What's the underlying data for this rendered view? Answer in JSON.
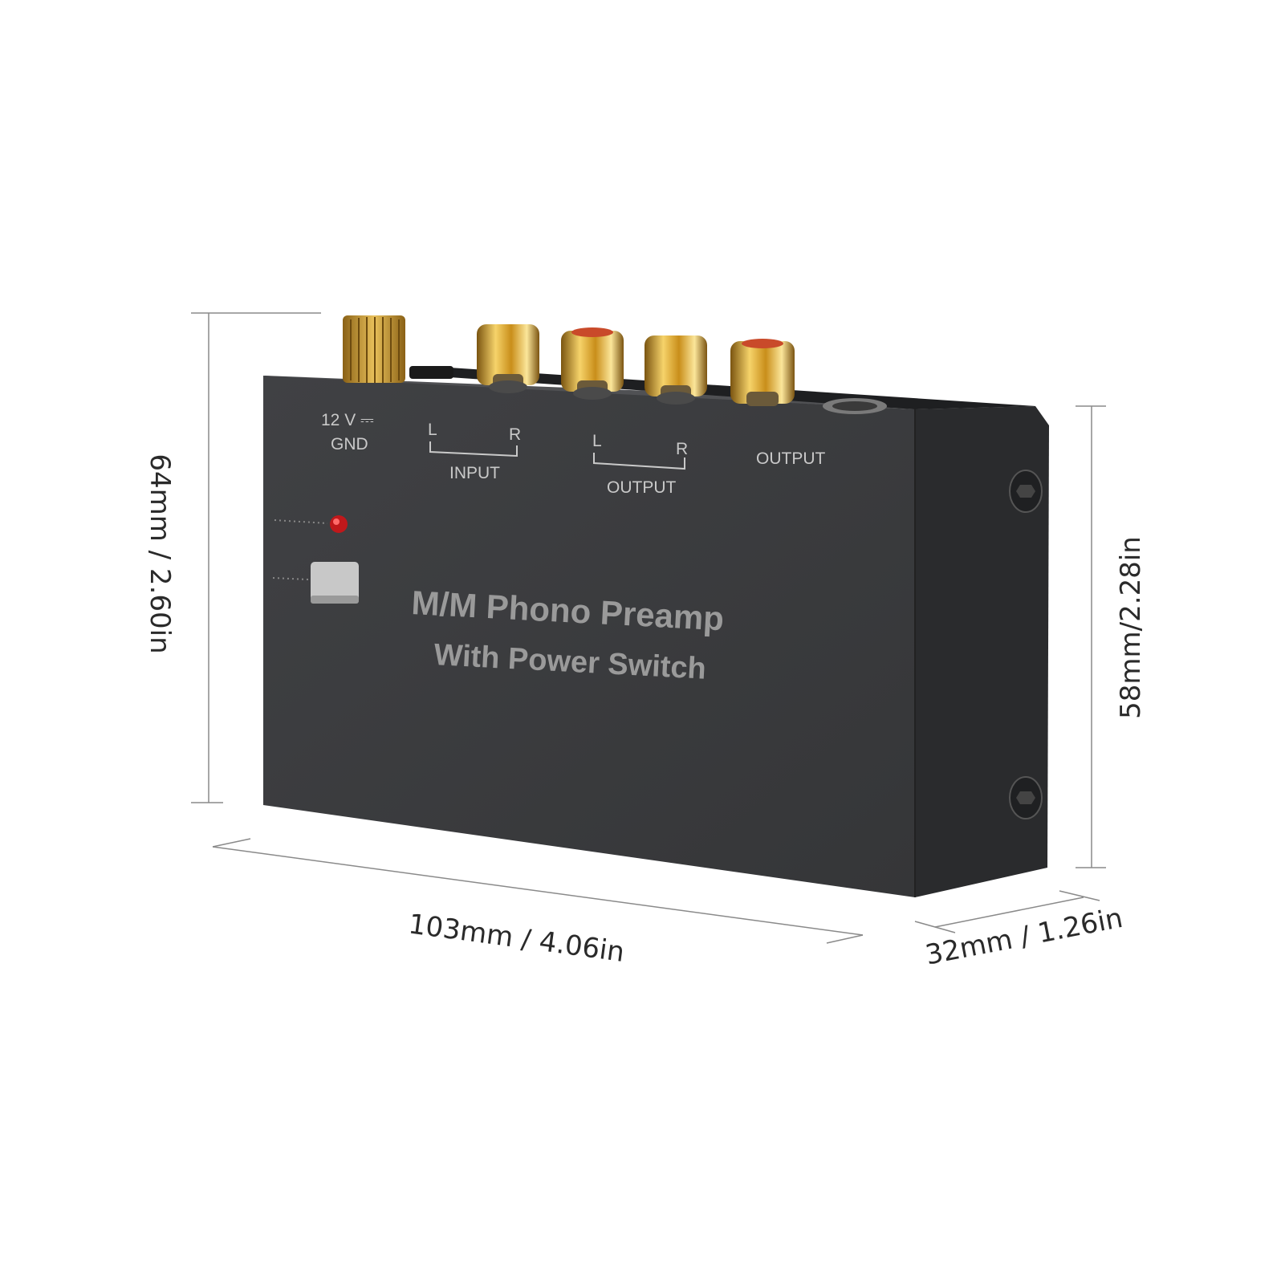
{
  "dimensions": {
    "height_front": "64mm / 2.60in",
    "height_side": "58mm/2.28in",
    "width": "103mm / 4.06in",
    "depth": "32mm / 1.26in"
  },
  "panel": {
    "power_label": "12 V ⎓",
    "gnd_label": "GND",
    "input_l": "L",
    "input_r": "R",
    "input_label": "INPUT",
    "output_l": "L",
    "output_r": "R",
    "output_label": "OUTPUT",
    "output2_label": "OUTPUT",
    "title": "M/M Phono Preamp",
    "subtitle": "With Power Switch"
  },
  "colors": {
    "body": "#3b3c3e",
    "side": "#2c2d2f",
    "gold": "#d4a82a",
    "led": "#c0181b",
    "switch": "#c8c8c8"
  }
}
